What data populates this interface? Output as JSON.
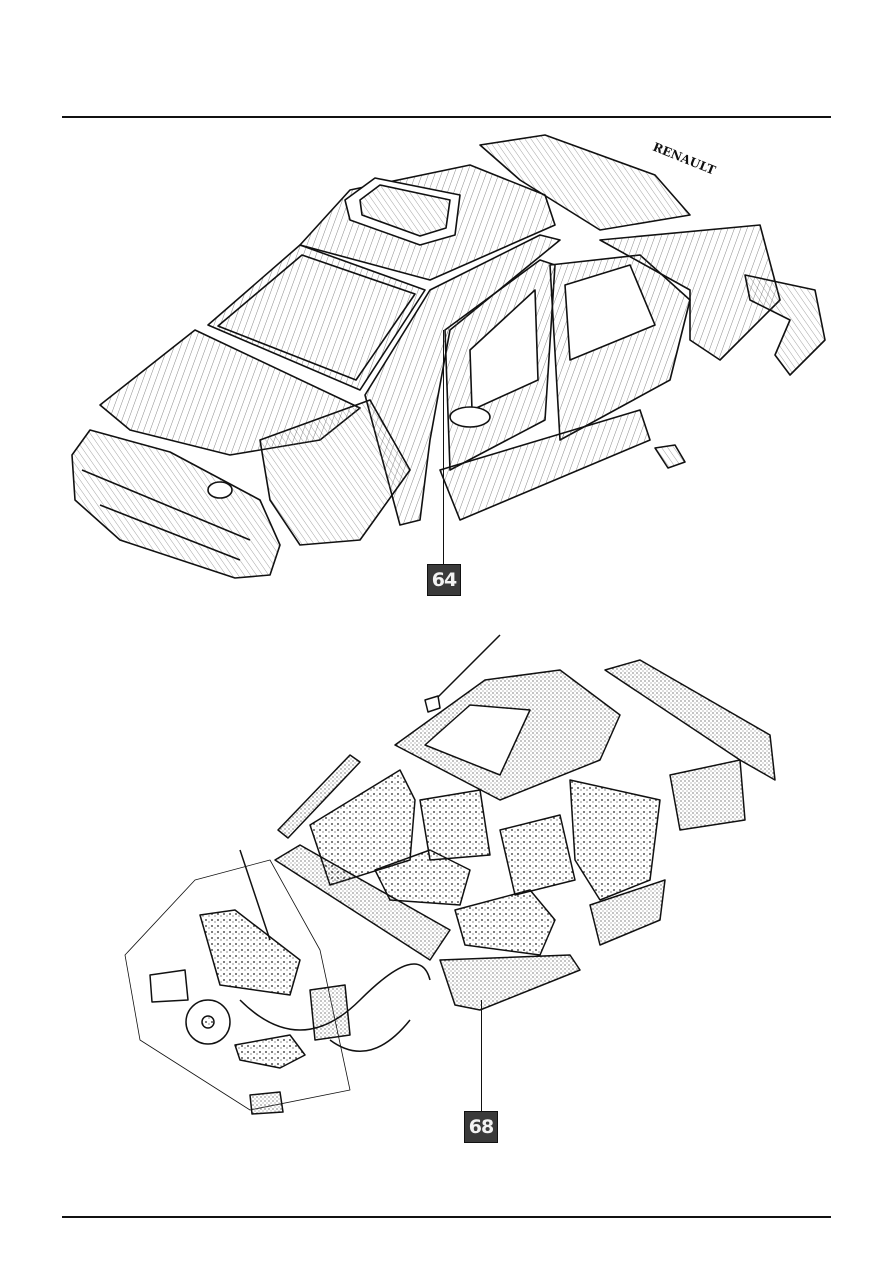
{
  "figures": [
    {
      "id": "body-shell",
      "callout": "64",
      "badge": "RENAULT"
    },
    {
      "id": "interior-equipment",
      "callout": "68"
    }
  ]
}
